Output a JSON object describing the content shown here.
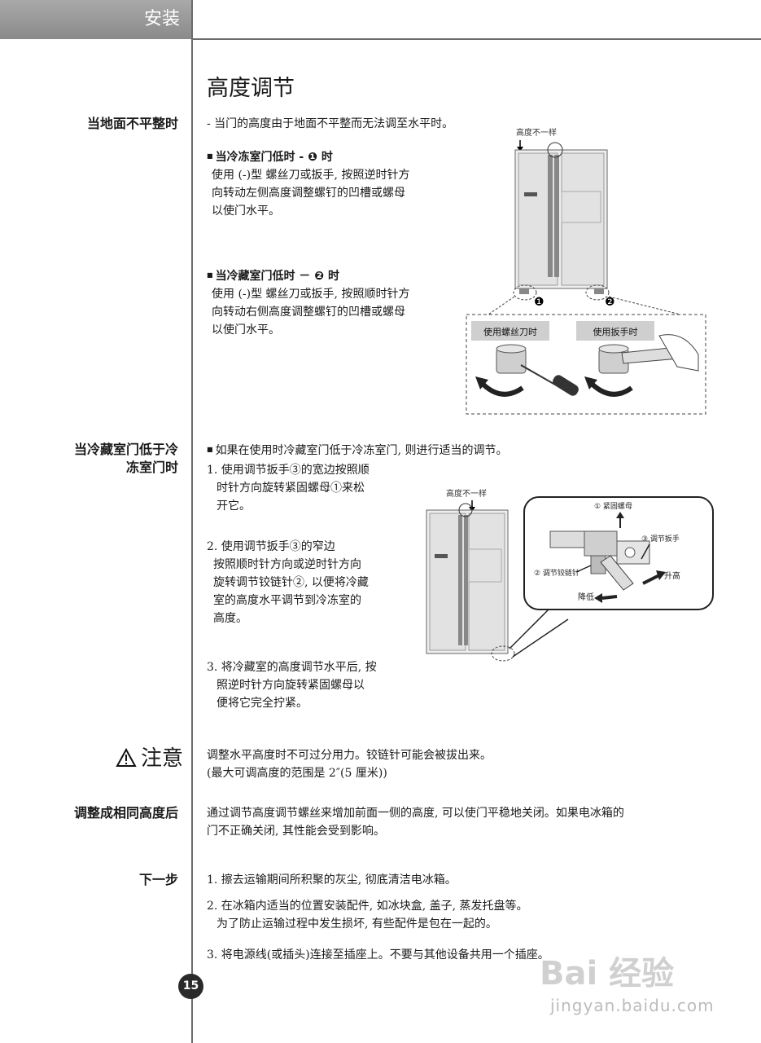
{
  "header": {
    "section": "安装"
  },
  "page": {
    "title": "高度调节",
    "number": "15"
  },
  "sections": {
    "uneven_floor": {
      "label": "当地面不平整时",
      "intro": "- 当门的高度由于地面不平整而无法调至水平时。",
      "freezer_low": {
        "heading": "当冷冻室门低时 - ❶ 时",
        "lines": [
          "使用 (-)型 螺丝刀或扳手, 按照逆时针方",
          "向转动左侧高度调整螺钉的凹槽或螺母",
          "以使门水平。"
        ]
      },
      "fridge_low": {
        "heading": "当冷藏室门低时 － ❷ 时",
        "lines": [
          "使用 (-)型 螺丝刀或扳手, 按照顺时针方",
          "向转动右侧高度调整螺钉的凹槽或螺母",
          "以使门水平。"
        ]
      },
      "figure": {
        "height_label": "高度不一样",
        "marker1": "❶",
        "marker2": "❷",
        "screwdriver_label": "使用螺丝刀时",
        "wrench_label": "使用扳手时"
      }
    },
    "fridge_lower": {
      "label_line1": "当冷藏室门低于冷",
      "label_line2": "冻室门时",
      "intro": "如果在使用时冷藏室门低于冷冻室门, 则进行适当的调节。",
      "step1": [
        "1. 使用调节扳手③的宽边按照顺",
        "时针方向旋转紧固螺母①来松",
        "开它。"
      ],
      "step2": [
        "2. 使用调节扳手③的窄边",
        "按照顺时针方向或逆时针方向",
        "旋转调节铰链针②, 以便将冷藏",
        "室的高度水平调节到冷冻室的",
        "高度。"
      ],
      "step3": [
        "3. 将冷藏室的高度调节水平后, 按",
        "照逆时针方向旋转紧固螺母以",
        "便将它完全拧紧。"
      ],
      "figure": {
        "height_label": "高度不一样",
        "nut_label": "① 紧固螺母",
        "wrench_label": "③ 调节扳手",
        "pin_label": "② 调节铰链针",
        "raise_label": "升高",
        "lower_label": "降低"
      }
    },
    "caution": {
      "label": "注意",
      "line1": "调整水平高度时不可过分用力。铰链针可能会被拔出来。",
      "line2": "(最大可调高度的范围是 2″(5 厘米))"
    },
    "same_height": {
      "label": "调整成相同高度后",
      "line1": "通过调节高度调节螺丝来增加前面一侧的高度, 可以使门平稳地关闭。如果电冰箱的",
      "line2": "门不正确关闭, 其性能会受到影响。"
    },
    "next_step": {
      "label": "下一步",
      "item1": "1. 擦去运输期间所积聚的灰尘, 彻底清洁电冰箱。",
      "item2_line1": "2. 在冰箱内适当的位置安装配件, 如冰块盒, 盖子, 蒸发托盘等。",
      "item2_line2": "为了防止运输过程中发生损坏, 有些配件是包在一起的。",
      "item3": "3. 将电源线(或插头)连接至插座上。不要与其他设备共用一个插座。"
    }
  },
  "watermark": {
    "brand": "Bai 经验",
    "url": "jingyan.baidu.com"
  }
}
